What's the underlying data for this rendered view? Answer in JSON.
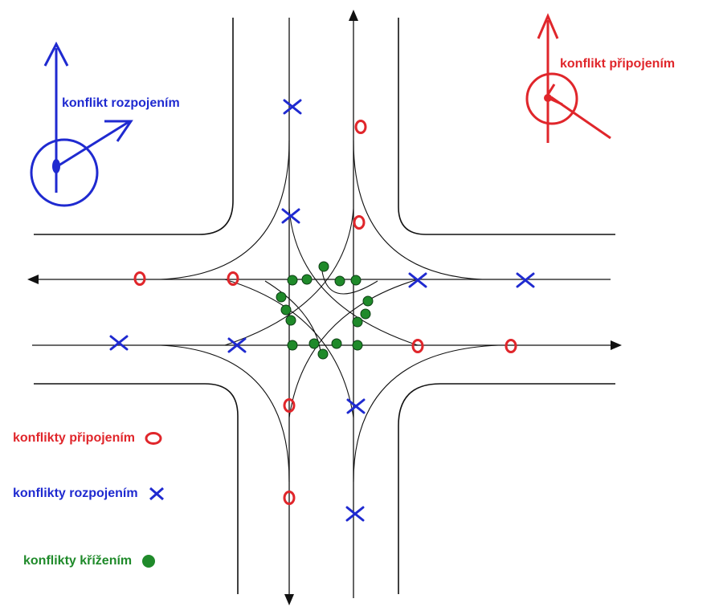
{
  "title_hidden": "",
  "colors": {
    "split": "#1f2ad0",
    "merge": "#e0262b",
    "cross": "#1f8a2a",
    "road": "#111111"
  },
  "annotations": {
    "split_label": "konflikt rozpojením",
    "merge_label": "konflikt připojením"
  },
  "legend": {
    "merge": "konflikty připojením",
    "split": "konflikty rozpojením",
    "cross": "konflikty křížením"
  },
  "icons": {
    "merge": "circle-ring-icon",
    "split": "x-cross-icon",
    "cross": "filled-dot-icon"
  },
  "counts": {
    "merge_conflicts": 8,
    "split_conflicts": 8,
    "cross_conflicts": 16
  }
}
